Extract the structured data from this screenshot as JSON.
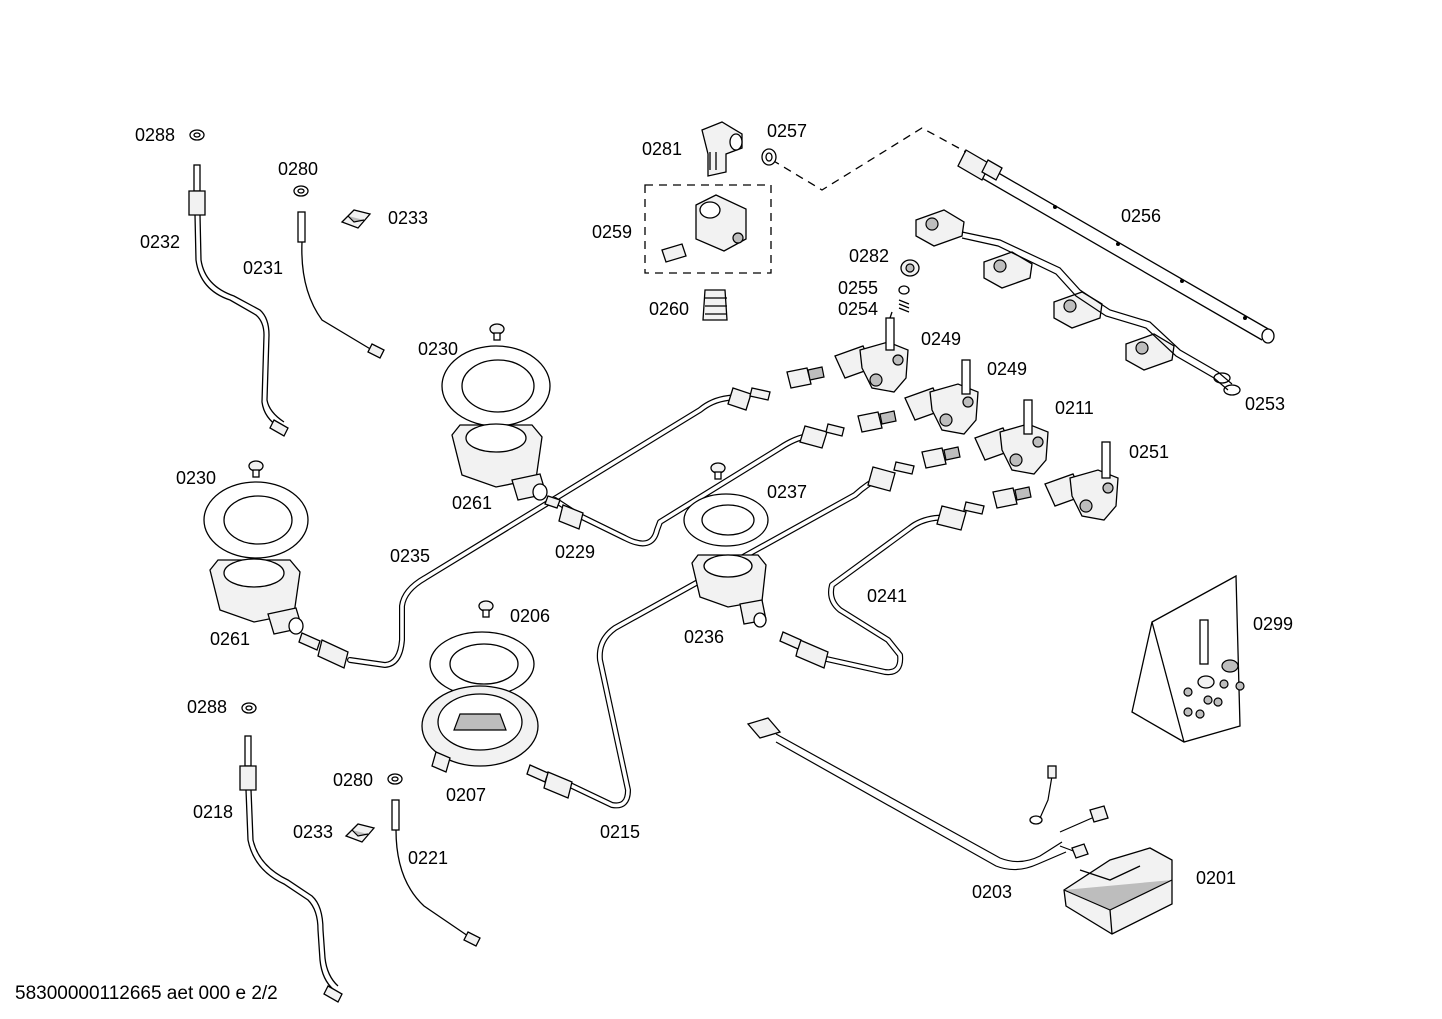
{
  "diagram": {
    "labels": {
      "l0288a": "0288",
      "l0280a": "0280",
      "l0233a": "0233",
      "l0232": "0232",
      "l0231": "0231",
      "l0281": "0281",
      "l0257": "0257",
      "l0259": "0259",
      "l0260": "0260",
      "l0256": "0256",
      "l0282": "0282",
      "l0255": "0255",
      "l0254": "0254",
      "l0249a": "0249",
      "l0249b": "0249",
      "l0211": "0211",
      "l0251": "0251",
      "l0253": "0253",
      "l0230a": "0230",
      "l0261a": "0261",
      "l0230b": "0230",
      "l0237": "0237",
      "l0229": "0229",
      "l0235": "0235",
      "l0261b": "0261",
      "l0241": "0241",
      "l0206": "0206",
      "l0236": "0236",
      "l0299": "0299",
      "l0288b": "0288",
      "l0218": "0218",
      "l0207": "0207",
      "l0280b": "0280",
      "l0233b": "0233",
      "l0221": "0221",
      "l0215": "0215",
      "l0203": "0203",
      "l0201": "0201"
    },
    "footer": "58300000112665 aet 000 e 2/2"
  }
}
